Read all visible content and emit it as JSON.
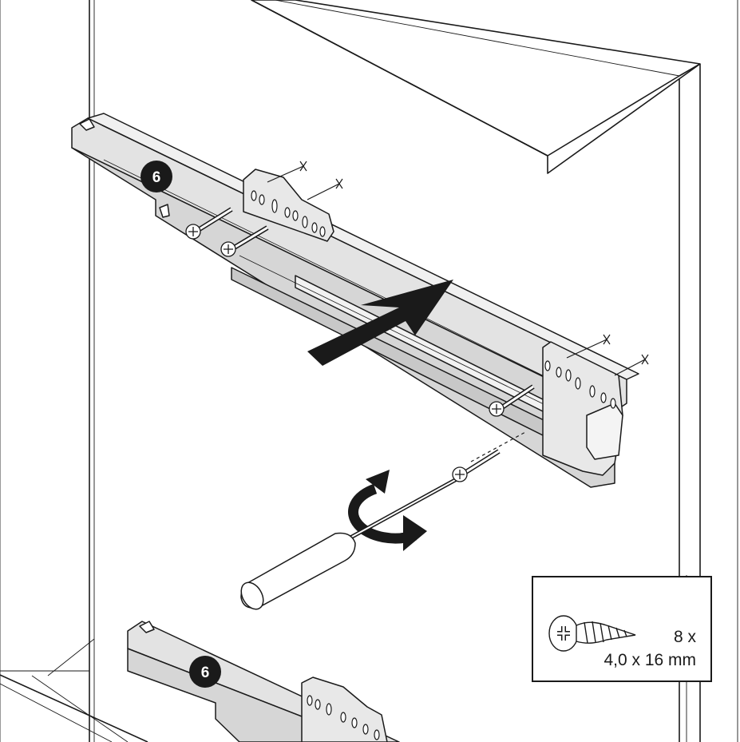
{
  "rails": [
    {
      "position_label": "6"
    },
    {
      "position_label": "6"
    }
  ],
  "hardware_callout": {
    "quantity": "8 x",
    "size": "4,0 x 16 mm",
    "icon": "screw-icon"
  },
  "icons": [
    "direction-arrow-icon",
    "rotate-clockwise-icon",
    "screwdriver-icon",
    "screw-icon"
  ],
  "colors": {
    "line": "#1a1a1a",
    "rail_fill": "#e3e3e3",
    "rail_shadow": "#c8c8c8",
    "background": "#ffffff"
  }
}
